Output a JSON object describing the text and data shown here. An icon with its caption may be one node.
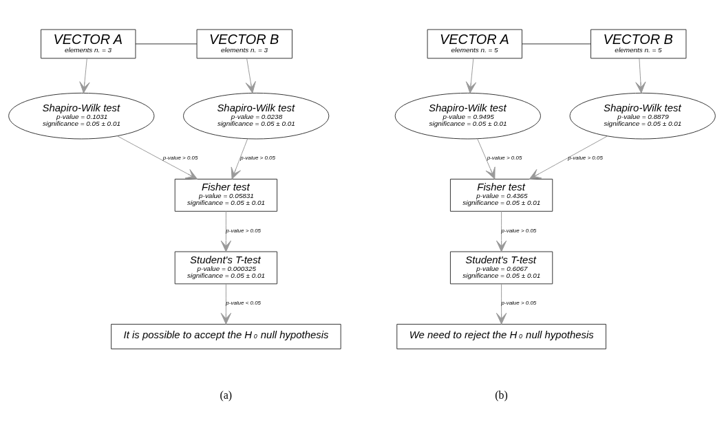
{
  "diagram": {
    "nodes": [
      {
        "text": [
          "VECTOR A",
          "elements n. = 3"
        ]
      },
      {
        "text": [
          "VECTOR B",
          "elements n. = 3"
        ]
      },
      {
        "text": [
          "Shapiro-Wilk test",
          "p-value = 0.1031",
          "significance = 0.05 ± 0.01"
        ]
      },
      {
        "text": [
          "Shapiro-Wilk test",
          "p-value = 0.0238",
          "significance = 0.05 ± 0.01"
        ]
      },
      {
        "text": [
          "Fisher test",
          "p-value = 0.05831",
          "significance = 0.05 ± 0.01"
        ]
      },
      {
        "text": [
          "Student's T-test",
          "p-value = 0.000325",
          "significance = 0.05 ± 0.01"
        ]
      },
      {
        "text": [
          "It is possible to accept the H$_{0}$ null hypothesis"
        ]
      },
      {
        "text": [
          "VECTOR A",
          "elements n. = 5"
        ]
      },
      {
        "text": [
          "VECTOR B",
          "elements n. = 5"
        ]
      },
      {
        "text": [
          "Shapiro-Wilk test",
          "p-value = 0.9495",
          "significance = 0.05 ± 0.01"
        ]
      },
      {
        "text": [
          "Shapiro-Wilk test",
          "p-value = 0.8879",
          "significance = 0.05 ± 0.01"
        ]
      },
      {
        "text": [
          "Fisher test",
          "p-value = 0.4365",
          "significance = 0.05 ± 0.01"
        ]
      },
      {
        "text": [
          "Student's T-test",
          "p-value = 0.6067",
          "significance = 0.05 ± 0.01"
        ]
      },
      {
        "text": [
          "We need to reject the H$_{0}$ null hypothesis"
        ]
      }
    ],
    "edges": [
      {
        "from": 0,
        "to": 1,
        "arrow": "none",
        "color": "#333333"
      },
      {
        "from": 0,
        "to": 2,
        "arrow": "to"
      },
      {
        "from": 1,
        "to": 3,
        "arrow": "to"
      },
      {
        "from": 2,
        "to": 4,
        "arrow": "to",
        "label": "p-value > 0.05"
      },
      {
        "from": 3,
        "to": 4,
        "arrow": "to",
        "label": "p-value > 0.05"
      },
      {
        "from": 4,
        "to": 5,
        "arrow": "to",
        "label": "p-value > 0.05"
      },
      {
        "from": 5,
        "to": 6,
        "arrow": "to",
        "label": "p-value < 0.05"
      },
      {
        "from": 7,
        "to": 8,
        "arrow": "none",
        "color": "#333333"
      },
      {
        "from": 7,
        "to": 9,
        "arrow": "to"
      },
      {
        "from": 8,
        "to": 10,
        "arrow": "to"
      },
      {
        "from": 9,
        "to": 11,
        "arrow": "to",
        "label": "p-value > 0.05"
      },
      {
        "from": 10,
        "to": 11,
        "arrow": "to",
        "label": "p-value > 0.05"
      },
      {
        "from": 11,
        "to": 12,
        "arrow": "to",
        "label": "p-value > 0.05"
      },
      {
        "from": 12,
        "to": 13,
        "arrow": "to",
        "label": "p-value > 0.05"
      }
    ],
    "labels": [
      "(a)",
      "(b)"
    ]
  }
}
